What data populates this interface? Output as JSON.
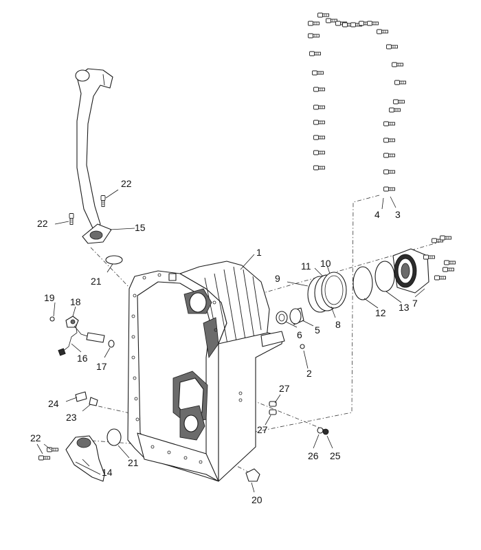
{
  "callouts": {
    "c1": "1",
    "c2": "2",
    "c3": "3",
    "c4": "4",
    "c5": "5",
    "c6": "6",
    "c7": "7",
    "c8": "8",
    "c9": "9",
    "c10": "10",
    "c11": "11",
    "c12": "12",
    "c13": "13",
    "c14": "14",
    "c15": "15",
    "c16": "16",
    "c17": "17",
    "c18": "18",
    "c19": "19",
    "c20": "20",
    "c21a": "21",
    "c21b": "21",
    "c22a": "22",
    "c22b": "22",
    "c22c": "22",
    "c23": "23",
    "c24": "24",
    "c25": "25",
    "c26": "26",
    "c27a": "27",
    "c27b": "27"
  }
}
